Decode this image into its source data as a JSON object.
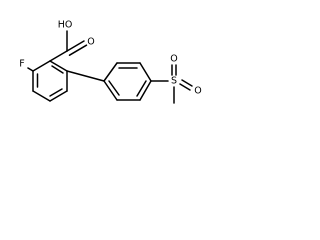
{
  "molecule": {
    "atom_labels": {
      "fluorine": "F",
      "hydroxyl": "HO",
      "carbonyl_oxygen": "O",
      "sulfur": "S",
      "sulfonyl_oxygen_top": "O",
      "sulfonyl_oxygen_right": "O"
    },
    "colors": {
      "bond": "#000000",
      "label": "#000000",
      "background": "#ffffff"
    }
  }
}
